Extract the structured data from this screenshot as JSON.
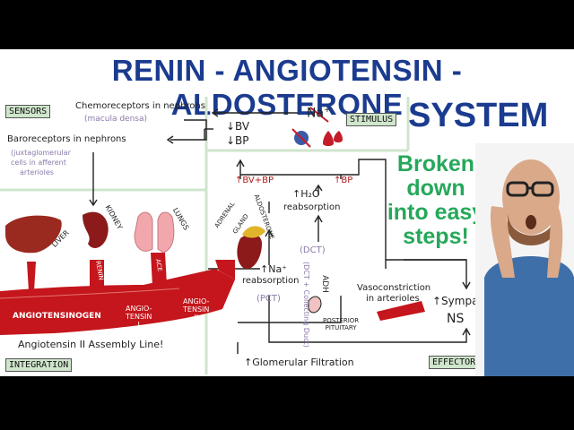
{
  "title": {
    "line1": "RENIN - ANGIOTENSIN - ALDOSTERONE",
    "line2": "SYSTEM"
  },
  "tags": {
    "sensors": "SENSORS",
    "stimulus": "STIMULUS",
    "integration": "INTEGRATION",
    "effectors": "EFFECTORS"
  },
  "sensors": {
    "chemo": "Chemoreceptors in nephrons",
    "macula": "(macula densa)",
    "baro": "Baroreceptors in nephrons",
    "jg1": "(juxtaglomerular",
    "jg2": "cells in afferent",
    "jg3": "arterioles"
  },
  "stimulus": {
    "bv": "↓BV",
    "bp": "↓BP",
    "na": "Na",
    "na_sup": "+"
  },
  "organs": {
    "liver": "LIVER",
    "kidney": "KIDNEY",
    "lungs": "LUNGS",
    "adrenal1": "ADRENAL",
    "adrenal2": "GLAND",
    "aldosterone": "ALDOSTERONE"
  },
  "integration": {
    "renin": "RENIN",
    "ace": "ACE",
    "angiotensinogen": "ANGIOTENSINOGEN",
    "ang1_a": "ANGIO-",
    "ang1_b": "TENSIN",
    "ang1_c": "I",
    "ang2_a": "ANGIO-",
    "ang2_b": "TENSIN",
    "ang2_c": "II",
    "assembly": "Angiotensin II  Assembly Line!"
  },
  "effectors": {
    "up_bv_bp": "↑BV+BP",
    "up_bp": "↑BP",
    "h2o": "↑H₂O",
    "h2o_reab": "reabsorption",
    "dct": "(DCT)",
    "na_line": "↑Na⁺",
    "na_reab": "reabsorption",
    "pct": "(PCT)",
    "dct_cd": "(DCT + Collecting Duct)",
    "adh": "ADH",
    "posterior1": "POSTERIOR",
    "posterior2": "PITUITARY",
    "vaso1": "Vasoconstriction",
    "vaso2": "in arterioles",
    "symp1": "↑Sympathetic",
    "symp2": "NS",
    "gfr": "↑Glomerular Filtration"
  },
  "callout": {
    "line1": "Broken",
    "line2": "down",
    "line3": "into easy",
    "line4": "steps!"
  },
  "colors": {
    "title": "#1b3b8f",
    "tag_bg": "#cfe5cc",
    "vessel": "#c4161c",
    "callout": "#26a85a",
    "annotation": "#8a7aa8",
    "stimulus_red": "#b21b1b"
  }
}
